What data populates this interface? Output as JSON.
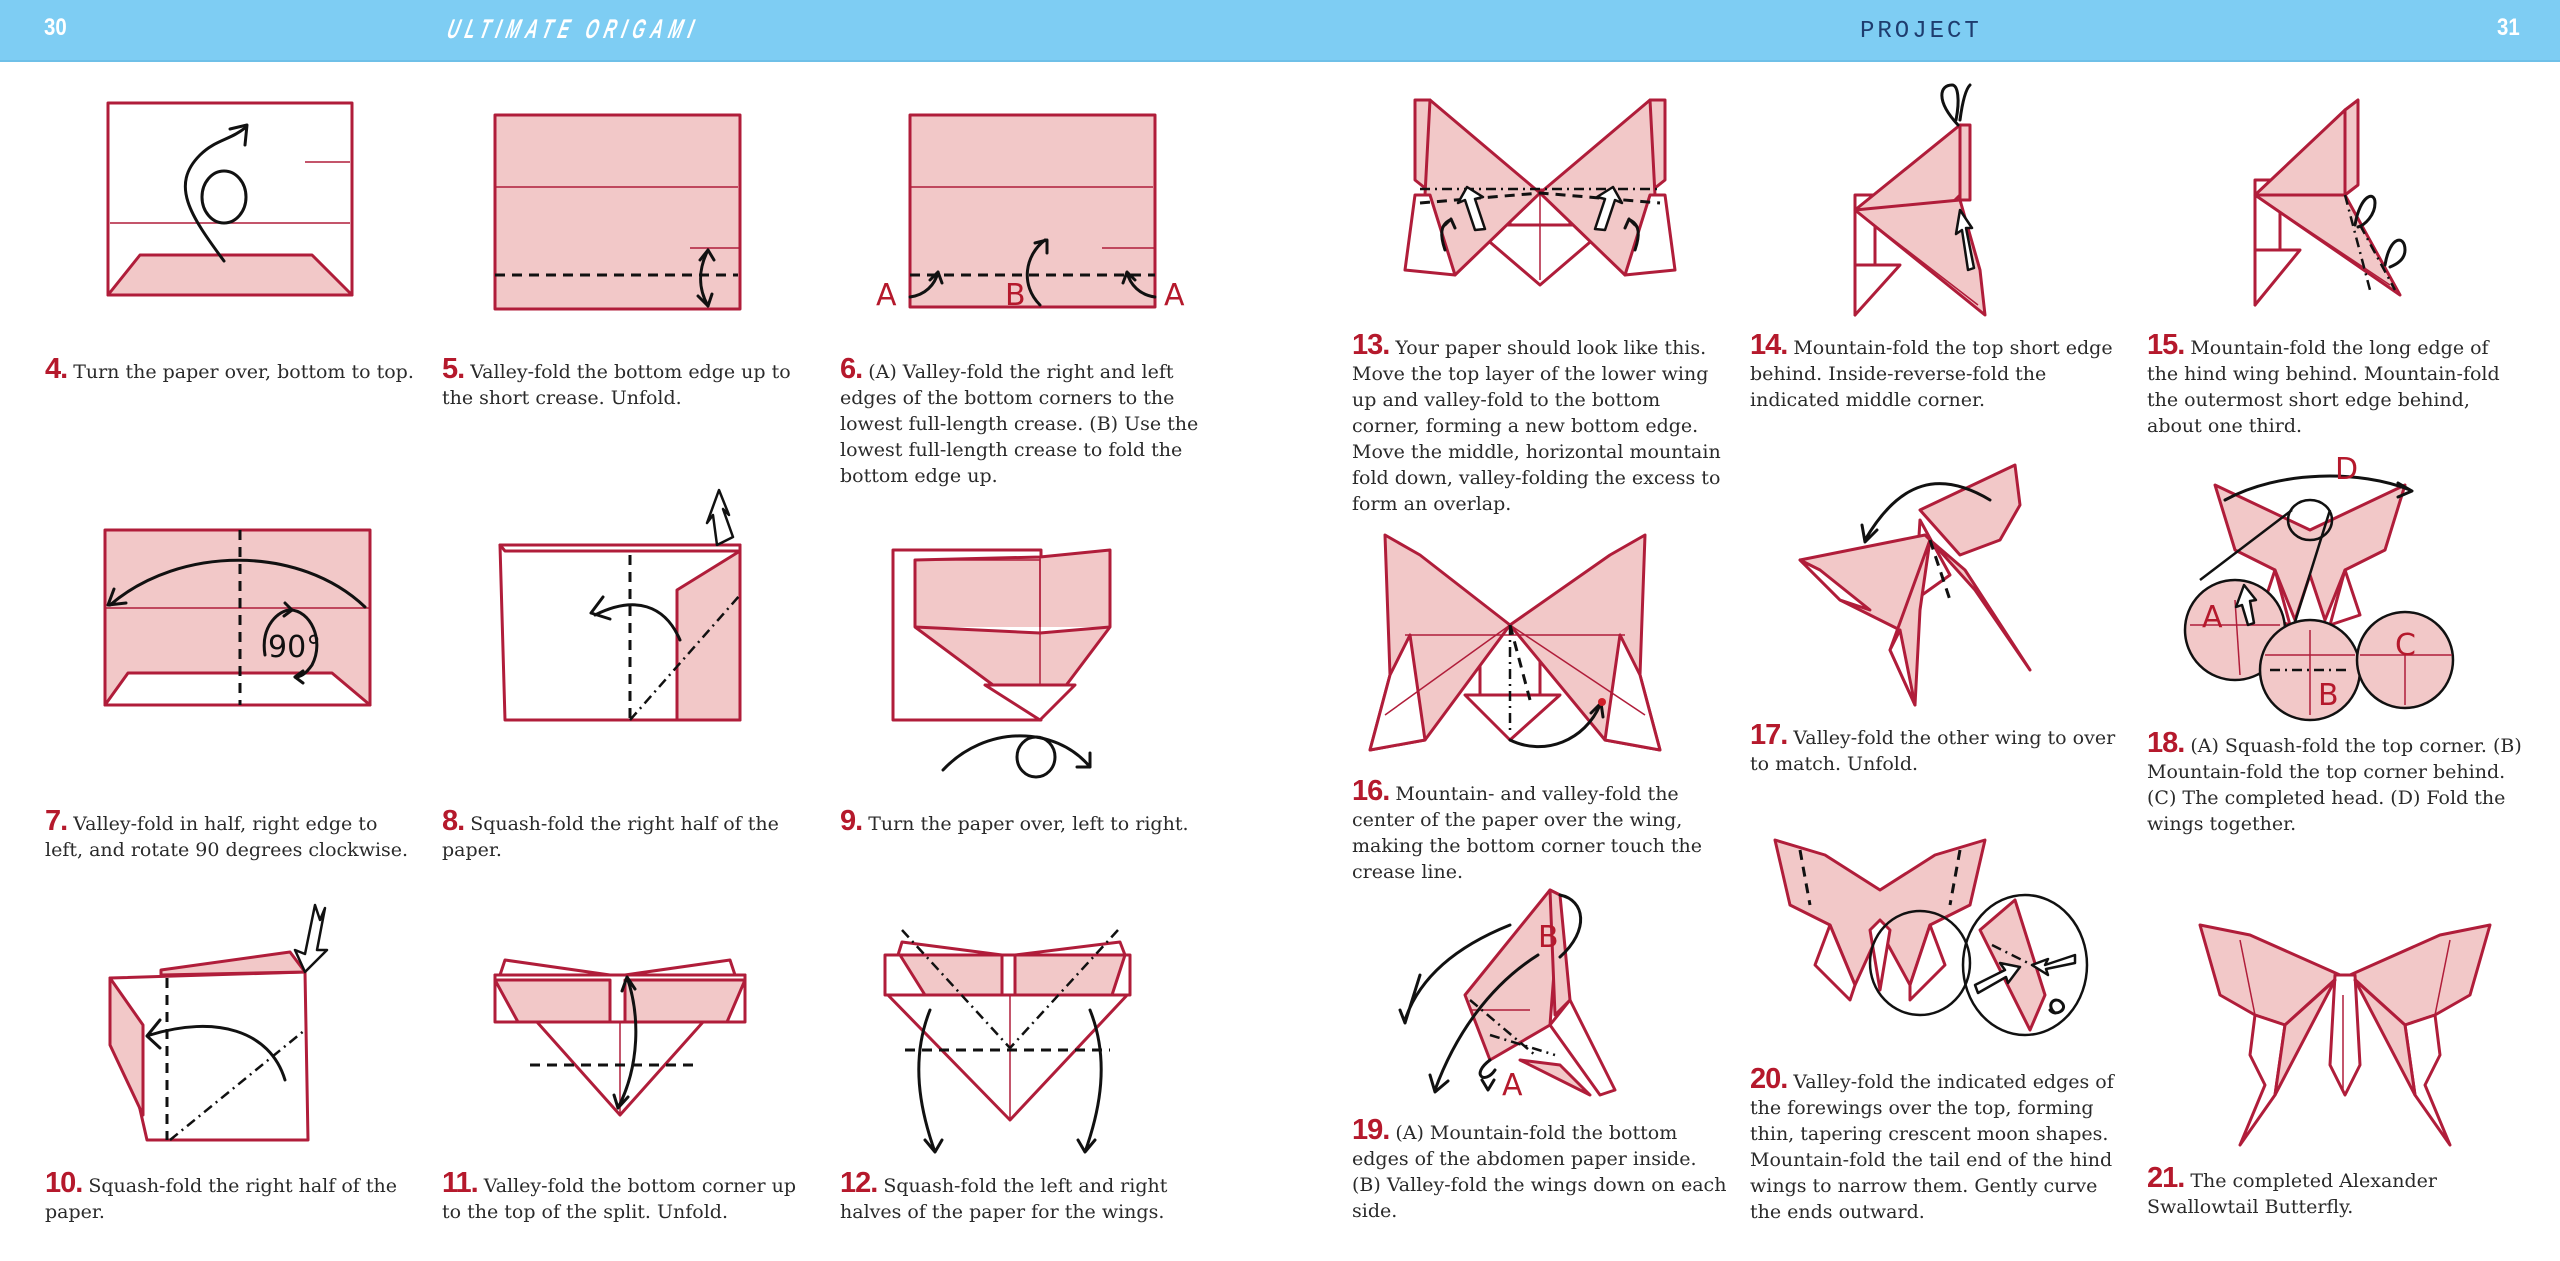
{
  "header": {
    "left_page_number": "30",
    "book_title": "ULTIMATE ORIGAMI",
    "section_label": "PROJECT",
    "right_page_number": "31",
    "bar_color": "#7ecdf3",
    "accent_color": "#b5192c",
    "paper_color": "#f2c8c8"
  },
  "steps": [
    {
      "number": "4.",
      "text": "Turn the paper over, bottom to top."
    },
    {
      "number": "5.",
      "text": "Valley-fold the bottom edge up to the short crease. Unfold."
    },
    {
      "number": "6.",
      "text": "(A) Valley-fold the right and left edges of the bottom corners to the lowest full-length crease. (B) Use the lowest full-length crease to fold the bottom edge up."
    },
    {
      "number": "7.",
      "text": "Valley-fold in half, right edge to left, and rotate 90 degrees clockwise."
    },
    {
      "number": "8.",
      "text": "Squash-fold the right half of the paper."
    },
    {
      "number": "9.",
      "text": "Turn the paper over, left to right."
    },
    {
      "number": "10.",
      "text": "Squash-fold the right half of the paper."
    },
    {
      "number": "11.",
      "text": "Valley-fold the bottom corner up to the top of the split. Unfold."
    },
    {
      "number": "12.",
      "text": "Squash-fold the left and right halves of the paper for the wings."
    },
    {
      "number": "13.",
      "text": "Your paper should look like this. Move the top layer of the lower wing up and valley-fold to the bottom corner, forming a new bottom edge. Move the middle, horizontal mountain fold down, valley-folding the excess to form an overlap."
    },
    {
      "number": "14.",
      "text": "Mountain-fold the top short edge behind. Inside-reverse-fold the indicated middle corner."
    },
    {
      "number": "15.",
      "text": "Mountain-fold the long edge of the hind wing behind. Mountain-fold the outermost short edge behind, about one third."
    },
    {
      "number": "16.",
      "text": "Mountain- and valley-fold the center of the paper over the wing, making the bottom corner touch the crease line."
    },
    {
      "number": "17.",
      "text": "Valley-fold the other wing to over to match. Unfold."
    },
    {
      "number": "18.",
      "text": "(A) Squash-fold the top corner. (B) Mountain-fold the top corner behind. (C) The completed head. (D) Fold the wings together."
    },
    {
      "number": "19.",
      "text": "(A) Mountain-fold the bottom edges of the abdomen paper inside. (B) Valley-fold the wings down on each side."
    },
    {
      "number": "20.",
      "text": "Valley-fold the indicated edges of the forewings over the top, forming thin, tapering crescent moon shapes. Mountain-fold the tail end of the hind wings to narrow them. Gently curve the ends outward."
    },
    {
      "number": "21.",
      "text": "The completed Alexander Swallowtail Butterfly."
    }
  ],
  "diagram_labels": {
    "step6": {
      "a_left": "A",
      "b": "B",
      "a_right": "A"
    },
    "step7": {
      "rotation": "90°"
    },
    "step18": {
      "a": "A",
      "b": "B",
      "c": "C",
      "d": "D"
    },
    "step19": {
      "a": "A",
      "b": "B"
    }
  }
}
